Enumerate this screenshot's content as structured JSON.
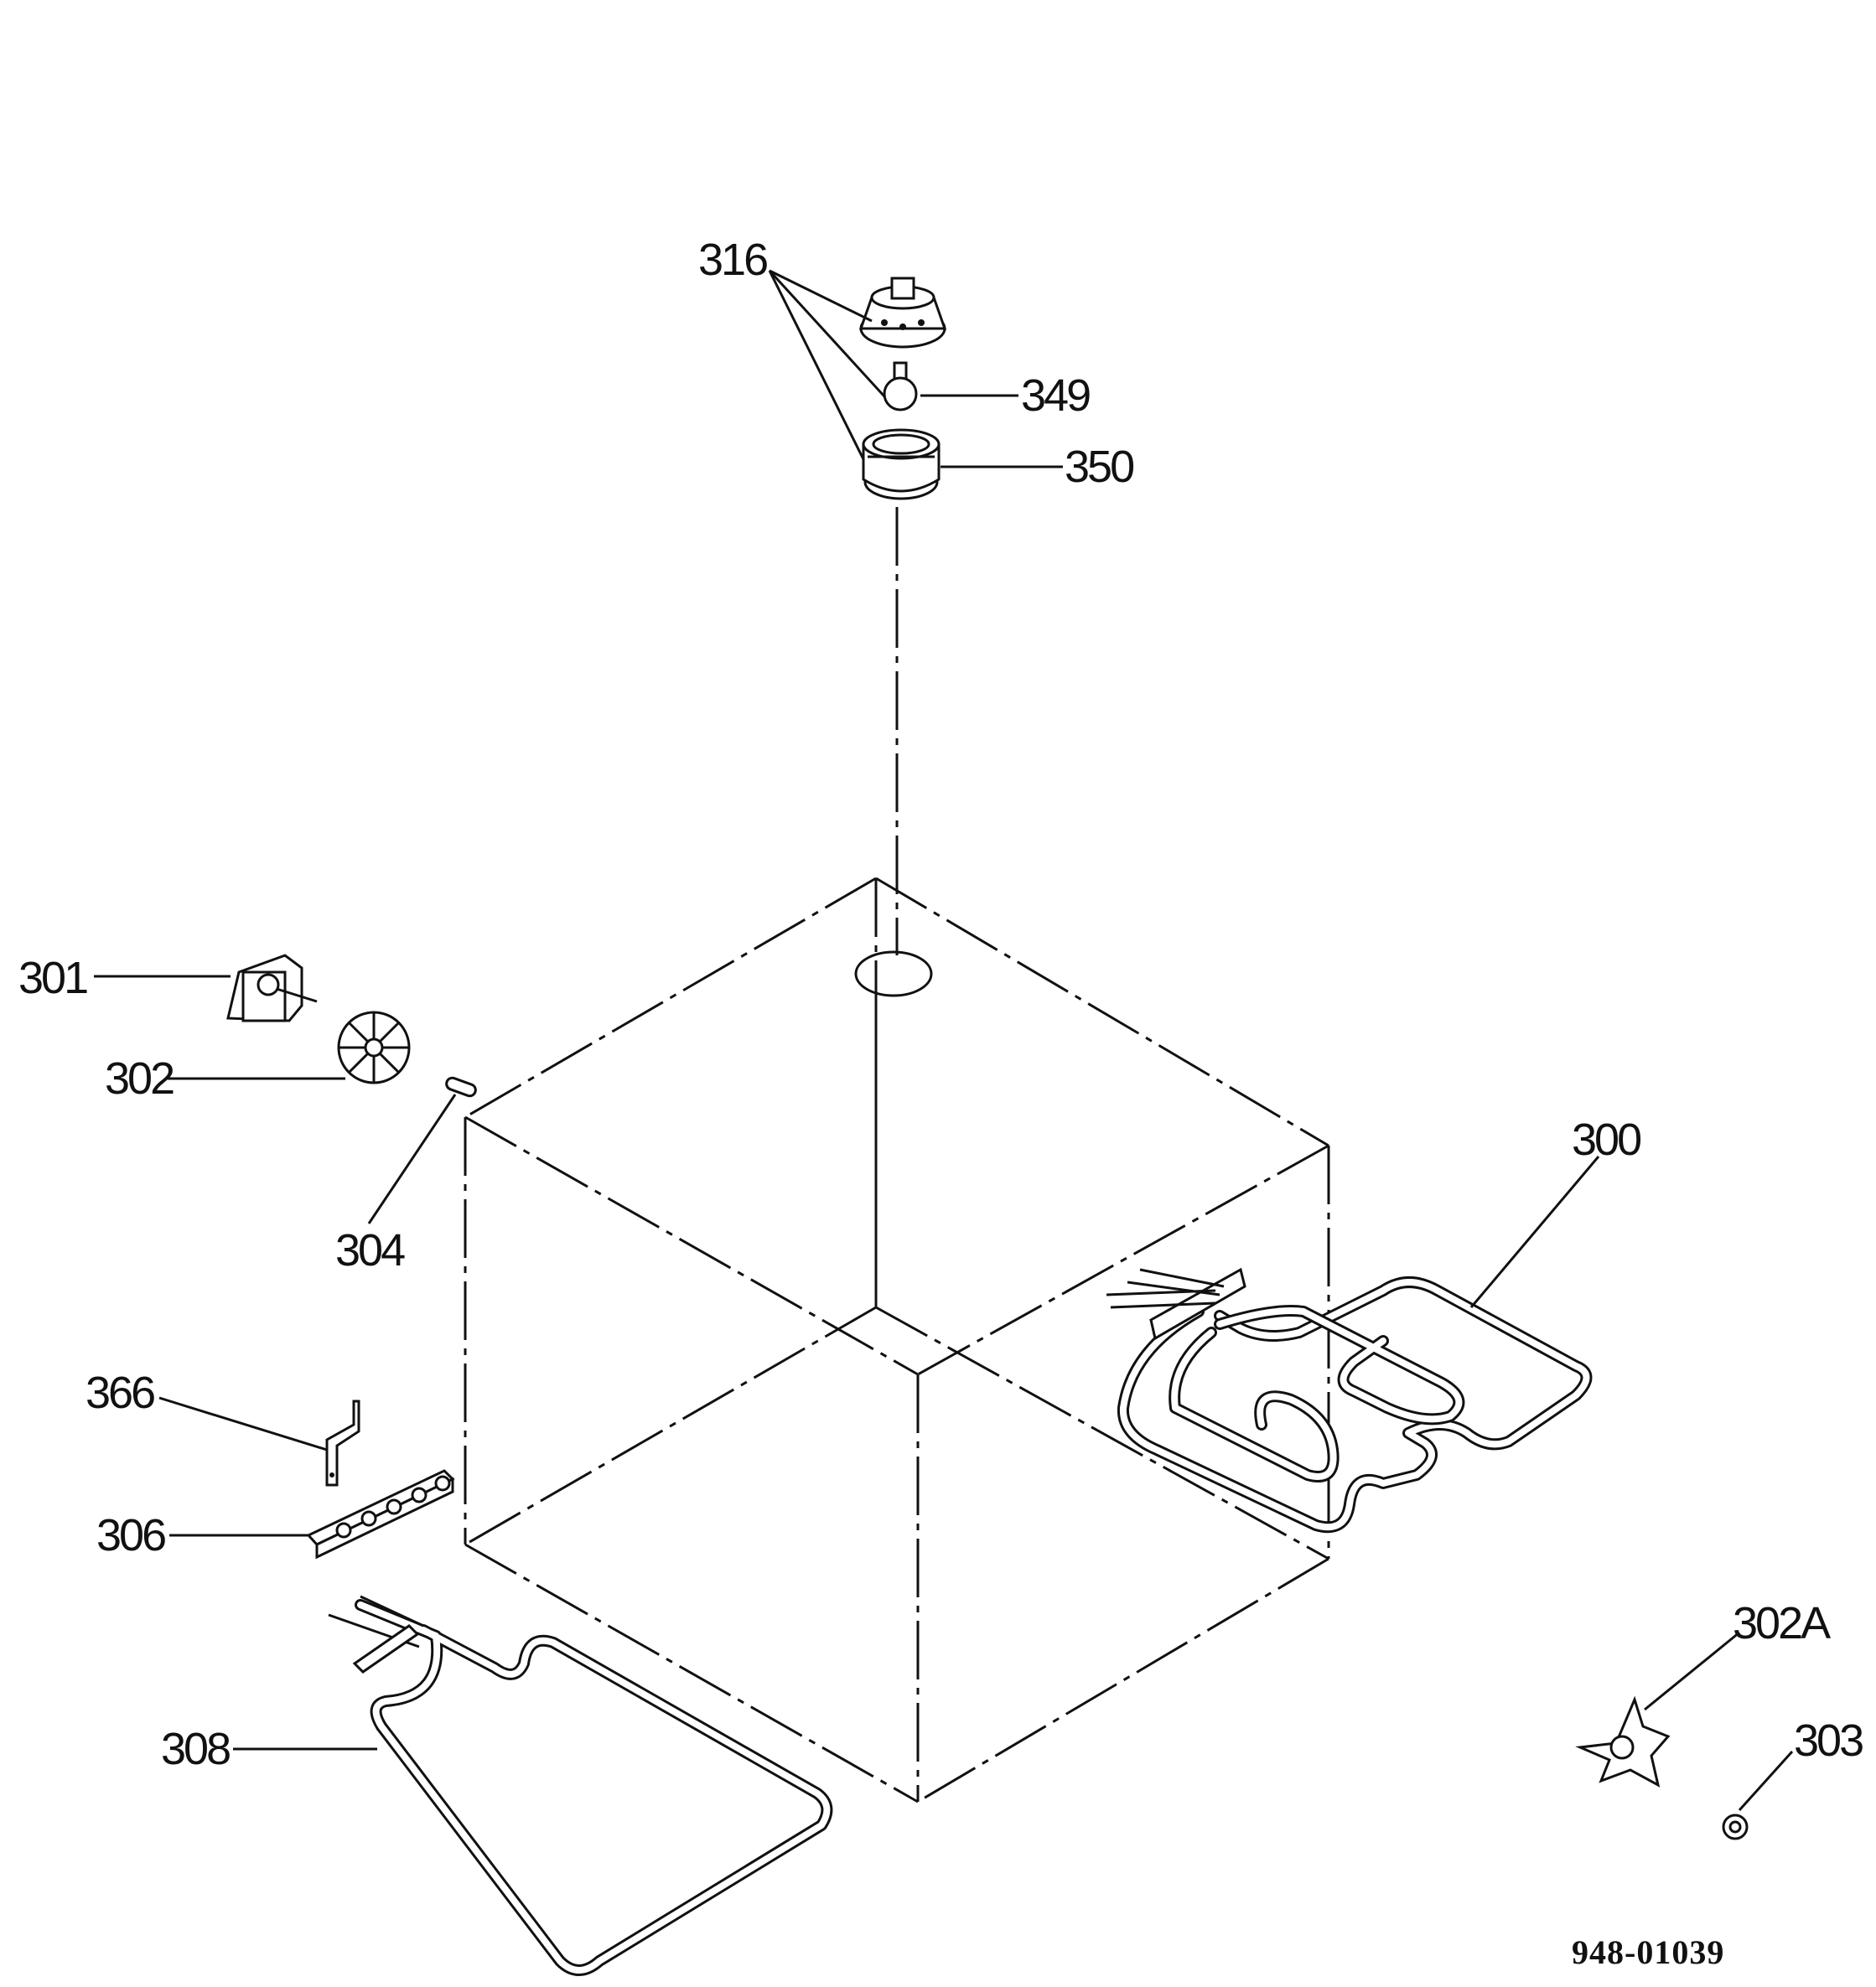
{
  "diagram": {
    "document_number": "948-01039",
    "callouts": {
      "c300": "300",
      "c301": "301",
      "c302": "302",
      "c302A": "302A",
      "c303": "303",
      "c304": "304",
      "c306": "306",
      "c308": "308",
      "c316": "316",
      "c349": "349",
      "c350": "350",
      "c366": "366"
    }
  }
}
